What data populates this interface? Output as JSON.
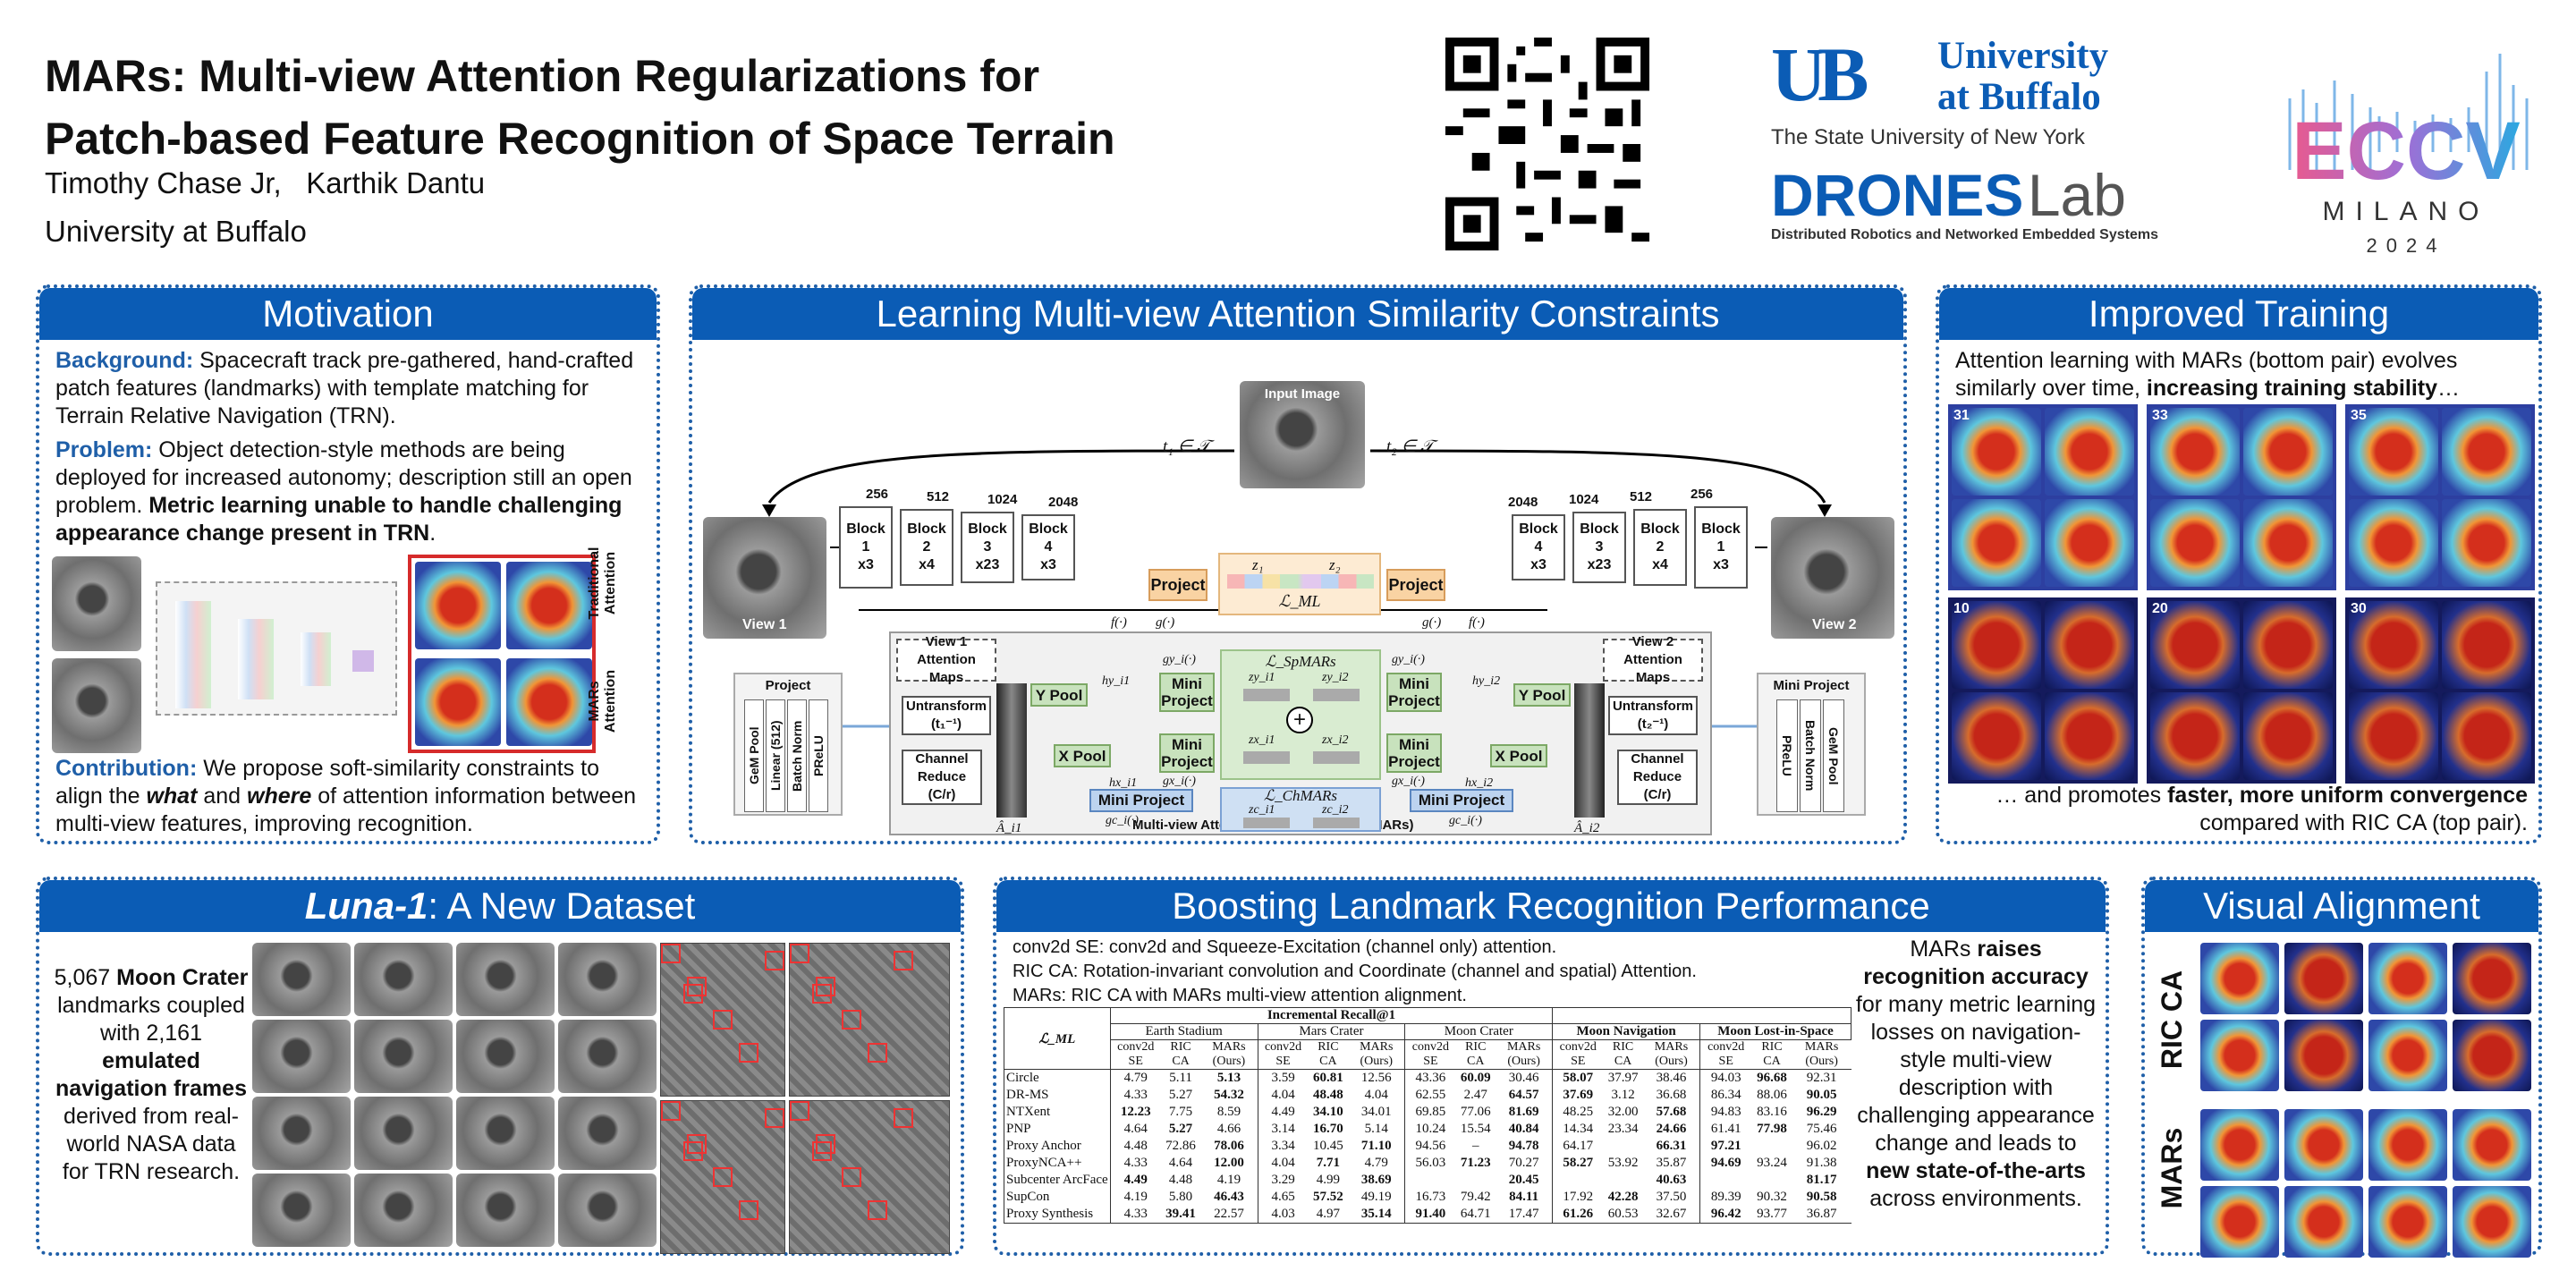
{
  "header": {
    "title1": "MARs: Multi-view Attention Regularizations for",
    "title2": "Patch-based Feature Recognition of Space Terrain",
    "authors": "Timothy Chase Jr,   Karthik Dantu",
    "affiliation": "University at Buffalo",
    "ub_line1": "University",
    "ub_line2": "at Buffalo",
    "ub_sub": "The State University of New York",
    "drones1": "DRONES",
    "drones2": "Lab",
    "drones_sub": "Distributed Robotics and Networked Embedded Systems",
    "eccv": "ECCV",
    "milano": "MILANO",
    "year": "2024"
  },
  "motivation": {
    "title": "Motivation",
    "bg_label": "Background:",
    "bg_text": " Spacecraft track pre-gathered, hand-crafted patch features (landmarks) with template matching for Terrain Relative Navigation (TRN).",
    "prob_label": "Problem:",
    "prob_text": " Object detection-style methods are being deployed for increased autonomy; description still an open problem. ",
    "prob_bold": "Metric learning unable to handle challenging appearance change present in TRN",
    "prob_end": ".",
    "lab_trad": "Traditional Attention",
    "lab_mars": "MARs Attention",
    "contrib_label": "Contribution:",
    "contrib_text": " We propose soft-similarity constraints to align the ",
    "what": "what",
    "and": " and ",
    "where": "where",
    "contrib_end": " of attention information between multi-view features, improving recognition."
  },
  "learning": {
    "title": "Learning Multi-view Attention Similarity Constraints",
    "input_image": "Input Image",
    "t1": "t₁ ∈ 𝒯",
    "t2": "t₂ ∈ 𝒯",
    "view1": "View 1",
    "view2": "View 2",
    "blocks_left": [
      {
        "label": "Block 1\nx3",
        "ch": "256"
      },
      {
        "label": "Block 2\nx4",
        "ch": "512"
      },
      {
        "label": "Block 3\nx23",
        "ch": "1024"
      },
      {
        "label": "Block 4\nx3",
        "ch": "2048"
      }
    ],
    "blocks_right": [
      {
        "label": "Block 4\nx3",
        "ch": "2048"
      },
      {
        "label": "Block 3\nx23",
        "ch": "1024"
      },
      {
        "label": "Block 2\nx4",
        "ch": "512"
      },
      {
        "label": "Block 1\nx3",
        "ch": "256"
      }
    ],
    "project": "Project",
    "z1": "z₁",
    "z2": "z₂",
    "lml": "ℒ_ML",
    "f": "f(·)",
    "g": "g(·)",
    "v1maps": "View 1\nAttention Maps",
    "v2maps": "View 2\nAttention Maps",
    "untransform1": "Untransform\n(t₁⁻¹)",
    "untransform2": "Untransform\n(t₂⁻¹)",
    "channel_reduce": "Channel\nReduce\n(C/r)",
    "ypool": "Y Pool",
    "xpool": "X Pool",
    "mini_project": "Mini\nProject",
    "mini_project_h": "Mini Project",
    "lsp": "ℒ_SpMARs",
    "lch": "ℒ_ChMARs",
    "zy1": "zy_i1",
    "zy2": "zy_i2",
    "zx1": "zx_i1",
    "zx2": "zx_i2",
    "zc1": "zc_i1",
    "zc2": "zc_i2",
    "hy1": "hy_i1",
    "hy2": "hy_i2",
    "hx1": "hx_i1",
    "hx2": "hx_i2",
    "gy1": "gy_i(·)",
    "gx1": "gx_i(·)",
    "gc1": "gc_i(·)",
    "a1": "Â_i1",
    "a2": "Â_i2",
    "mars_box": "Multi-view Attention Regularizations (MARs)",
    "proj_layers": [
      "GeM Pool",
      "Linear (512)",
      "Batch Norm",
      "PReLU"
    ],
    "mini_layers": [
      "PReLU",
      "Batch Norm",
      "GeM Pool"
    ]
  },
  "training": {
    "title": "Improved Training",
    "text1": "Attention learning with MARs (bottom pair) evolves similarly over time, ",
    "text1b": "increasing training stability",
    "text1c": "…",
    "epochs_top": [
      "31",
      "33",
      "35"
    ],
    "epochs_bot": [
      "10",
      "20",
      "30"
    ],
    "text2": "… and promotes ",
    "text2b": "faster, more uniform convergence",
    "text2c": " compared with RIC CA (top pair)."
  },
  "luna": {
    "title_i": "Luna-1",
    "title_r": ": A New Dataset",
    "text": [
      {
        "t": "5,067 ",
        "b": false
      },
      {
        "t": "Moon Crater",
        "b": true
      },
      {
        "t": " landmarks coupled with 2,161 ",
        "b": false
      },
      {
        "t": "emulated navigation frames",
        "b": true
      },
      {
        "t": " derived from real-world NASA data for TRN research.",
        "b": false
      }
    ]
  },
  "boost": {
    "title": "Boosting Landmark Recognition Performance",
    "d1a": "conv2d SE",
    "d1b": ": conv2d and Squeeze-Excitation (channel only) attention.",
    "d2a": "RIC CA",
    "d2b": ": Rotation-invariant convolution and Coordinate (channel and spatial) Attention.",
    "d3a": "MARs",
    "d3b": ": RIC CA with MARs multi-view attention alignment.",
    "side": [
      {
        "t": "MARs ",
        "b": false
      },
      {
        "t": "raises recognition accuracy",
        "b": true
      },
      {
        "t": " for many metric learning losses on navigation-style multi-view description with challenging appearance change and leads to ",
        "b": false
      },
      {
        "t": "new state-of-the-arts",
        "b": true
      },
      {
        "t": " across environments.",
        "b": false
      }
    ],
    "table": {
      "lml": "ℒ_ML",
      "group1": "Incremental Recall@1",
      "datasets": [
        "Earth Stadium",
        "Mars Crater",
        "Moon Crater",
        "Moon Navigation",
        "Moon Lost-in-Space"
      ],
      "cols": [
        "conv2d SE",
        "RIC CA",
        "MARs (Ours)"
      ],
      "rows": [
        [
          "Circle",
          "4.79",
          "5.11",
          "5.13",
          "3.59",
          "60.81",
          "12.56",
          "43.36",
          "60.09",
          "30.46",
          "58.07",
          "37.97",
          "38.46",
          "94.03",
          "96.68",
          "92.31"
        ],
        [
          "DR-MS",
          "4.33",
          "5.27",
          "54.32",
          "4.04",
          "48.48",
          "4.04",
          "62.55",
          "2.47",
          "64.57",
          "37.69",
          "3.12",
          "36.68",
          "86.34",
          "88.06",
          "90.05"
        ],
        [
          "NTXent",
          "12.23",
          "7.75",
          "8.59",
          "4.49",
          "34.10",
          "34.01",
          "69.85",
          "77.06",
          "81.69",
          "48.25",
          "32.00",
          "57.68",
          "94.83",
          "83.16",
          "96.29"
        ],
        [
          "PNP",
          "4.64",
          "5.27",
          "4.66",
          "3.14",
          "16.70",
          "5.14",
          "10.24",
          "15.54",
          "40.84",
          "14.34",
          "23.34",
          "24.66",
          "61.41",
          "77.98",
          "75.46"
        ],
        [
          "Proxy Anchor",
          "4.48",
          "72.86",
          "78.06",
          "3.34",
          "10.45",
          "71.10",
          "94.56",
          "–",
          "94.78",
          "64.17",
          "",
          "66.31",
          "97.21",
          "",
          "96.02"
        ],
        [
          "ProxyNCA++",
          "4.33",
          "4.64",
          "12.00",
          "4.04",
          "7.71",
          "4.79",
          "56.03",
          "71.23",
          "70.27",
          "58.27",
          "53.92",
          "35.87",
          "94.69",
          "93.24",
          "91.38"
        ],
        [
          "Subcenter ArcFace",
          "4.49",
          "4.48",
          "4.19",
          "3.29",
          "4.99",
          "38.69",
          "",
          "",
          "20.45",
          "",
          "",
          "40.63",
          "",
          "",
          "81.17"
        ],
        [
          "SupCon",
          "4.19",
          "5.80",
          "46.43",
          "4.65",
          "57.52",
          "49.19",
          "16.73",
          "79.42",
          "84.11",
          "17.92",
          "42.28",
          "37.50",
          "89.39",
          "90.32",
          "90.58"
        ],
        [
          "Proxy Synthesis",
          "4.33",
          "39.41",
          "22.57",
          "4.03",
          "4.97",
          "35.14",
          "91.40",
          "64.71",
          "17.47",
          "61.26",
          "60.53",
          "32.67",
          "96.42",
          "93.77",
          "36.87"
        ]
      ]
    }
  },
  "visual": {
    "title": "Visual Alignment",
    "ric": "RIC CA",
    "mars": "MARs"
  }
}
